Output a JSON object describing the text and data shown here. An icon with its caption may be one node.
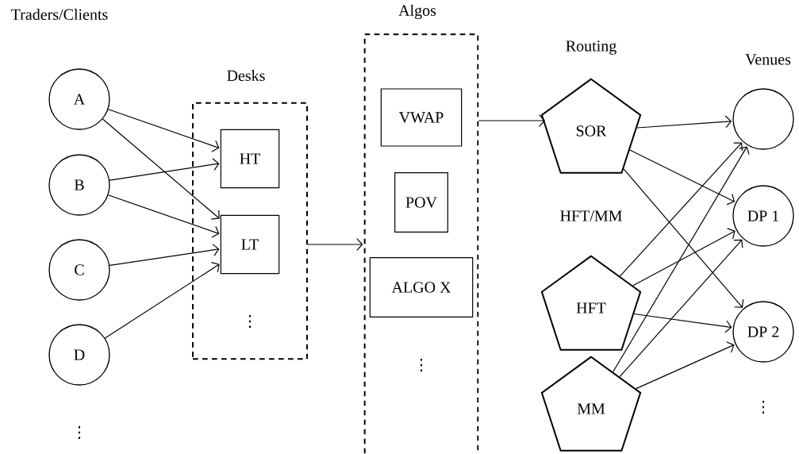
{
  "diagram": {
    "nodes": [
      {
        "text": [
          "A"
        ]
      },
      {
        "text": [
          "B"
        ]
      },
      {
        "text": [
          "C"
        ]
      },
      {
        "text": [
          "D"
        ]
      },
      {
        "text": [
          "Desks",
          "⋮"
        ]
      },
      {
        "text": [
          "HT"
        ],
        "in": 4
      },
      {
        "text": [
          "LT"
        ],
        "in": 4
      },
      {
        "text": [
          "Algos",
          "⋮"
        ]
      },
      {
        "text": [
          "VWAP"
        ],
        "in": 7
      },
      {
        "text": [
          "POV"
        ],
        "in": 7
      },
      {
        "text": [
          "ALGO X"
        ],
        "in": 7
      },
      {
        "text": [
          "SOR"
        ]
      },
      {
        "text": [
          "HFT"
        ]
      },
      {
        "text": [
          "MM"
        ]
      },
      {
        "text": [],
        "shape": "circle"
      },
      {
        "text": [
          "DP 1"
        ]
      },
      {
        "text": [
          "DP 2"
        ]
      }
    ],
    "edges": [
      {
        "from": 0,
        "to": 5,
        "arrow": "to"
      },
      {
        "from": 0,
        "to": 6,
        "arrow": "to"
      },
      {
        "from": 1,
        "to": 5,
        "arrow": "to"
      },
      {
        "from": 1,
        "to": 6,
        "arrow": "to"
      },
      {
        "from": 2,
        "to": 6,
        "arrow": "to"
      },
      {
        "from": 3,
        "to": 6,
        "arrow": "to"
      },
      {
        "from": 4,
        "to": 7,
        "arrow": "to"
      },
      {
        "from": 7,
        "to": 11,
        "arrow": "to"
      },
      {
        "from": 11,
        "to": 14,
        "arrow": "to"
      },
      {
        "from": 11,
        "to": 15,
        "arrow": "to"
      },
      {
        "from": 11,
        "to": 16,
        "arrow": "to"
      },
      {
        "from": 12,
        "to": 14,
        "arrow": "to"
      },
      {
        "from": 12,
        "to": 15,
        "arrow": "to"
      },
      {
        "from": 12,
        "to": 16,
        "arrow": "to"
      },
      {
        "from": 13,
        "to": 14,
        "arrow": "to"
      },
      {
        "from": 13,
        "to": 15,
        "arrow": "to"
      },
      {
        "from": 13,
        "to": 16,
        "arrow": "to"
      }
    ],
    "labels": [
      "Traders/Clients",
      "Routing",
      "Venues",
      "HFT/MM",
      "⋮",
      "⋮"
    ]
  }
}
